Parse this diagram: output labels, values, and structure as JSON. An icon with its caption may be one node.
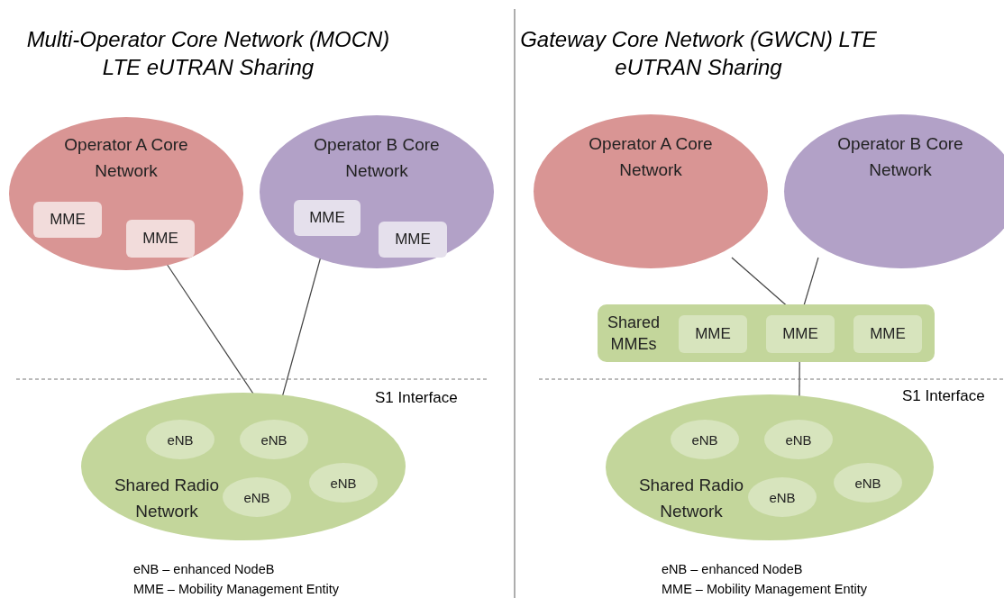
{
  "diagram": {
    "nodes": [
      {
        "text": [
          "Operator A Core Network"
        ]
      },
      {
        "text": [
          "MME"
        ],
        "in": 0
      },
      {
        "text": [
          "MME"
        ],
        "in": 0
      },
      {
        "text": [
          "Operator B Core Network"
        ]
      },
      {
        "text": [
          "MME"
        ],
        "in": 3
      },
      {
        "text": [
          "MME"
        ],
        "in": 3
      },
      {
        "text": [
          "Shared Radio Network"
        ]
      },
      {
        "text": [
          "eNB"
        ],
        "in": 6
      },
      {
        "text": [
          "eNB"
        ],
        "in": 6
      },
      {
        "text": [
          "eNB"
        ],
        "in": 6
      },
      {
        "text": [
          "eNB"
        ],
        "in": 6
      },
      {
        "text": [
          "Operator A Core Network"
        ]
      },
      {
        "text": [
          "Operator B Core Network"
        ]
      },
      {
        "text": [
          "Shared MMEs"
        ]
      },
      {
        "text": [
          "MME"
        ],
        "in": 13
      },
      {
        "text": [
          "MME"
        ],
        "in": 13
      },
      {
        "text": [
          "MME"
        ],
        "in": 13
      },
      {
        "text": [
          "Shared Radio Network"
        ]
      },
      {
        "text": [
          "eNB"
        ],
        "in": 17
      },
      {
        "text": [
          "eNB"
        ],
        "in": 17
      },
      {
        "text": [
          "eNB"
        ],
        "in": 17
      },
      {
        "text": [
          "eNB"
        ],
        "in": 17
      }
    ],
    "edges": [
      {
        "from": 2,
        "to": 8,
        "arrow": "none"
      },
      {
        "from": 4,
        "to": 8,
        "arrow": "none"
      },
      {
        "from": 11,
        "to": 15,
        "arrow": "none"
      },
      {
        "from": 12,
        "to": 15,
        "arrow": "none"
      },
      {
        "from": 15,
        "to": 19,
        "arrow": "none"
      }
    ],
    "labels": [
      "Multi-Operator Core Network (MOCN) LTE eUTRAN Sharing",
      "Gateway Core Network (GWCN) LTE eUTRAN Sharing",
      "S1 Interface",
      "S1 Interface",
      "eNB – enhanced NodeB",
      "MME – Mobility Management Entity",
      "eNB – enhanced NodeB",
      "MME – Mobility Management Entity"
    ]
  }
}
